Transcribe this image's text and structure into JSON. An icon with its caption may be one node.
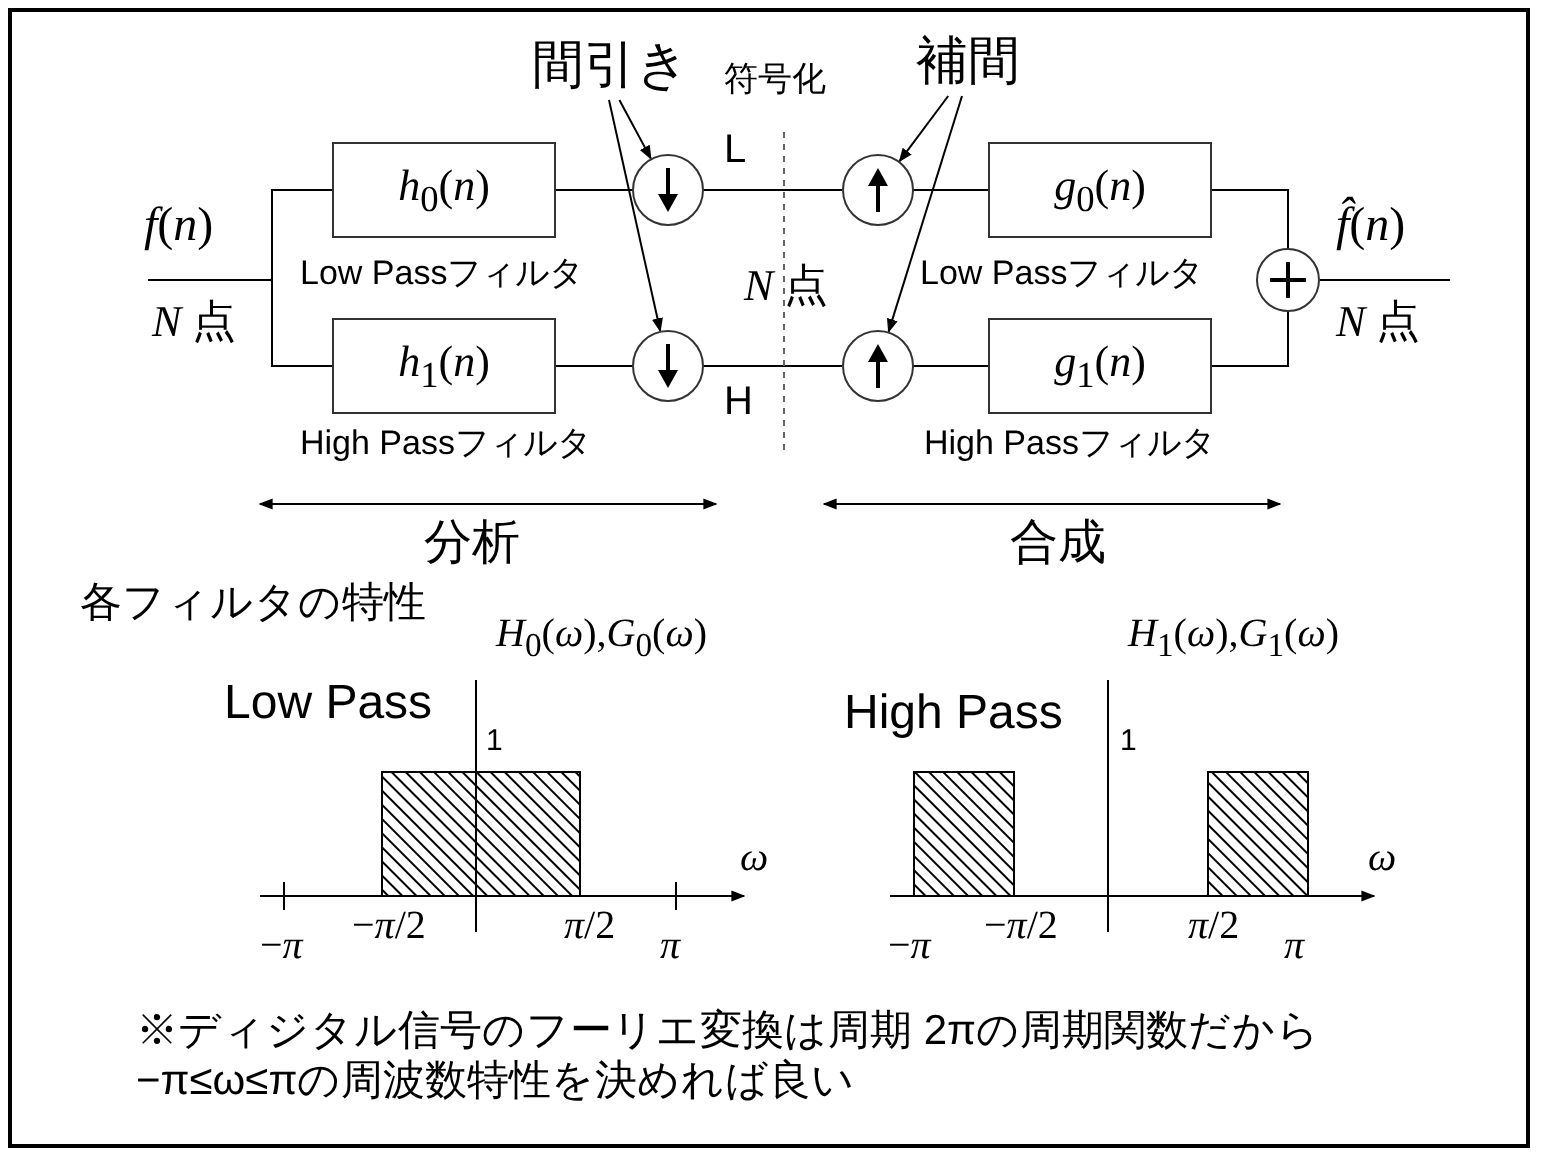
{
  "diagram": {
    "nodes": [
      {
        "text": [
          "間引き"
        ]
      },
      {
        "text": [
          "補間"
        ]
      },
      {
        "text": [
          "*h*$_{0}$(*n*)"
        ],
        "beside": [
          "Low Passフィルタ"
        ]
      },
      {
        "text": [],
        "shape": "circle"
      },
      {
        "text": [],
        "shape": "circle"
      },
      {
        "text": [
          "*g*$_{0}$(*n*)"
        ],
        "beside": [
          "Low Passフィルタ"
        ]
      },
      {
        "text": [],
        "shape": "circle"
      },
      {
        "text": [
          "*h*$_{1}$(*n*)"
        ],
        "beside": [
          "High Passフィルタ"
        ]
      },
      {
        "text": [],
        "shape": "circle"
      },
      {
        "text": [],
        "shape": "circle"
      },
      {
        "text": [
          "*g*$_{1}$(*n*)"
        ],
        "beside": [
          "High Passフィルタ"
        ]
      }
    ],
    "edges": [
      {
        "from": null,
        "to": 2,
        "arrow": "none"
      },
      {
        "from": null,
        "to": 7,
        "arrow": "none"
      },
      {
        "from": 2,
        "to": 3,
        "arrow": "none"
      },
      {
        "from": 3,
        "to": 4,
        "arrow": "none",
        "label": "L"
      },
      {
        "from": 4,
        "to": 5,
        "arrow": "none"
      },
      {
        "from": 5,
        "to": 6,
        "arrow": "none"
      },
      {
        "from": 6,
        "to": null,
        "arrow": "none"
      },
      {
        "from": 7,
        "to": 8,
        "arrow": "none"
      },
      {
        "from": 8,
        "to": 9,
        "arrow": "none",
        "label": "H"
      },
      {
        "from": 9,
        "to": 10,
        "arrow": "none"
      },
      {
        "from": 10,
        "to": 6,
        "arrow": "none"
      },
      {
        "from": 0,
        "to": 3,
        "arrow": "to"
      },
      {
        "from": 0,
        "to": 8,
        "arrow": "to"
      },
      {
        "from": 1,
        "to": 4,
        "arrow": "to"
      },
      {
        "from": 1,
        "to": 9,
        "arrow": "to"
      }
    ],
    "labels": [
      "符号化",
      "*f*(*n*)",
      "*N* 点",
      "*N* 点",
      "*f̂*(*n*)",
      "*N* 点",
      "分析",
      "合成",
      "各フィルタの特性",
      "*H*$_{0}$(*ω*),*G*$_{0}$(*ω*)",
      "Low Pass",
      "1",
      "*H*$_{1}$(*ω*),*G*$_{1}$(*ω*)",
      "High Pass",
      "1",
      "*ω*",
      "−*π*",
      "−*π*/2",
      "*π*/2",
      "*π*",
      "*ω*",
      "−*π*",
      "−*π*/2",
      "*π*/2",
      "*π*",
      "※ディジタル信号のフーリエ変換は周期 2πの周期関数だから −π≤ω≤πの周波数特性を決めれば良い"
    ]
  }
}
